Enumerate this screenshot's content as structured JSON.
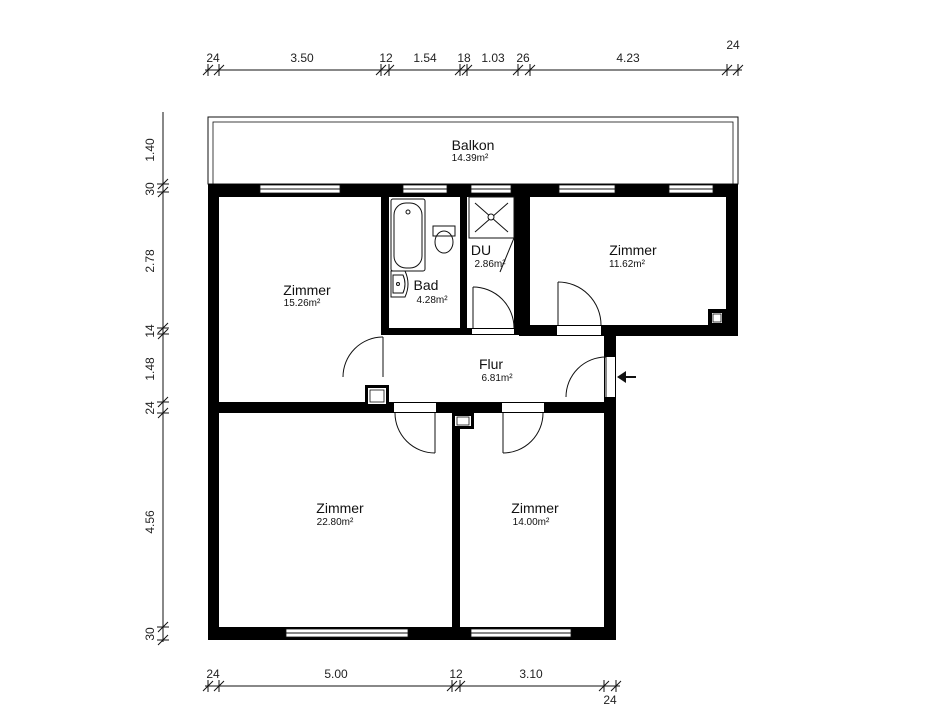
{
  "dimensions": {
    "top": [
      "24",
      "3.50",
      "12",
      "1.54",
      "18",
      "1.03",
      "26",
      "4.23",
      "24"
    ],
    "bottom": [
      "24",
      "5.00",
      "12",
      "3.10",
      "24"
    ],
    "left": [
      "1.40",
      "30",
      "2.78",
      "14",
      "1.48",
      "24",
      "4.56",
      "30"
    ]
  },
  "rooms": [
    {
      "name": "Balkon",
      "area": "14.39m²"
    },
    {
      "name": "Zimmer",
      "area": "15.26m²"
    },
    {
      "name": "Bad",
      "area": "4.28m²"
    },
    {
      "name": "DU",
      "area": "2.86m²"
    },
    {
      "name": "Zimmer",
      "area": "11.62m²"
    },
    {
      "name": "Flur",
      "area": "6.81m²"
    },
    {
      "name": "Zimmer",
      "area": "22.80m²"
    },
    {
      "name": "Zimmer",
      "area": "14.00m²"
    }
  ]
}
